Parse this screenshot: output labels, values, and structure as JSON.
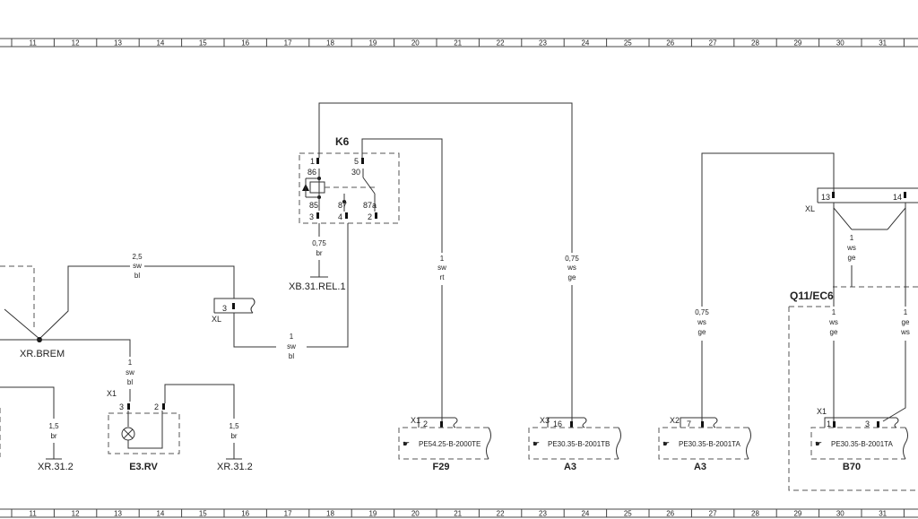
{
  "grid_columns": [
    "11",
    "12",
    "13",
    "14",
    "15",
    "16",
    "17",
    "18",
    "19",
    "20",
    "21",
    "22",
    "23",
    "24",
    "25",
    "26",
    "27",
    "28",
    "29",
    "30",
    "31"
  ],
  "relay": {
    "name": "K6",
    "pins": [
      "1",
      "5",
      "86",
      "30",
      "85",
      "87",
      "87a",
      "3",
      "4",
      "2"
    ],
    "wire_label": [
      "0,75",
      "br"
    ],
    "ground": "XB.31.REL.1"
  },
  "wires": {
    "w_2_5": [
      "2,5",
      "sw",
      "bl"
    ],
    "w_1_swbl_a": [
      "1",
      "sw",
      "bl"
    ],
    "w_1_swbl_b": [
      "1",
      "sw",
      "bl"
    ],
    "w_1_swrt": [
      "1",
      "sw",
      "rt"
    ],
    "w_075_wsge_a": [
      "0,75",
      "ws",
      "ge"
    ],
    "w_075_wsge_b": [
      "0,75",
      "ws",
      "ge"
    ],
    "w_1_wsge_a": [
      "1",
      "ws",
      "ge"
    ],
    "w_1_wsge_b": [
      "1",
      "ws",
      "ge"
    ],
    "w_1_gews": [
      "1",
      "ge",
      "ws"
    ],
    "w_15_br_a": [
      "1,5",
      "br"
    ],
    "w_15_br_b": [
      "1,5",
      "br"
    ]
  },
  "connectors": {
    "xl_left": {
      "name": "XL",
      "pin": "3"
    },
    "xl_right": {
      "name": "XL",
      "pins": [
        "13",
        "14"
      ]
    }
  },
  "junction": "XR.BREM",
  "grounds": [
    "XR.31.2",
    "XR.31.2"
  ],
  "lamp": {
    "name": "E3.RV",
    "connector": "X1",
    "pins": [
      "3",
      "2"
    ]
  },
  "modules": [
    {
      "connector": "X1",
      "pin": "2",
      "part": "PE54.25-B-2000TE",
      "name": "F29"
    },
    {
      "connector": "X3",
      "pin": "16",
      "part": "PE30.35-B-2001TB",
      "name": "A3"
    },
    {
      "connector": "X2",
      "pin": "7",
      "part": "PE30.35-B-2001TA",
      "name": "A3"
    },
    {
      "connector": "X1",
      "pins": [
        "1",
        "3"
      ],
      "part": "PE30.35-B-2001TA",
      "name": "B70"
    }
  ],
  "switch_box": "Q11/EC6"
}
